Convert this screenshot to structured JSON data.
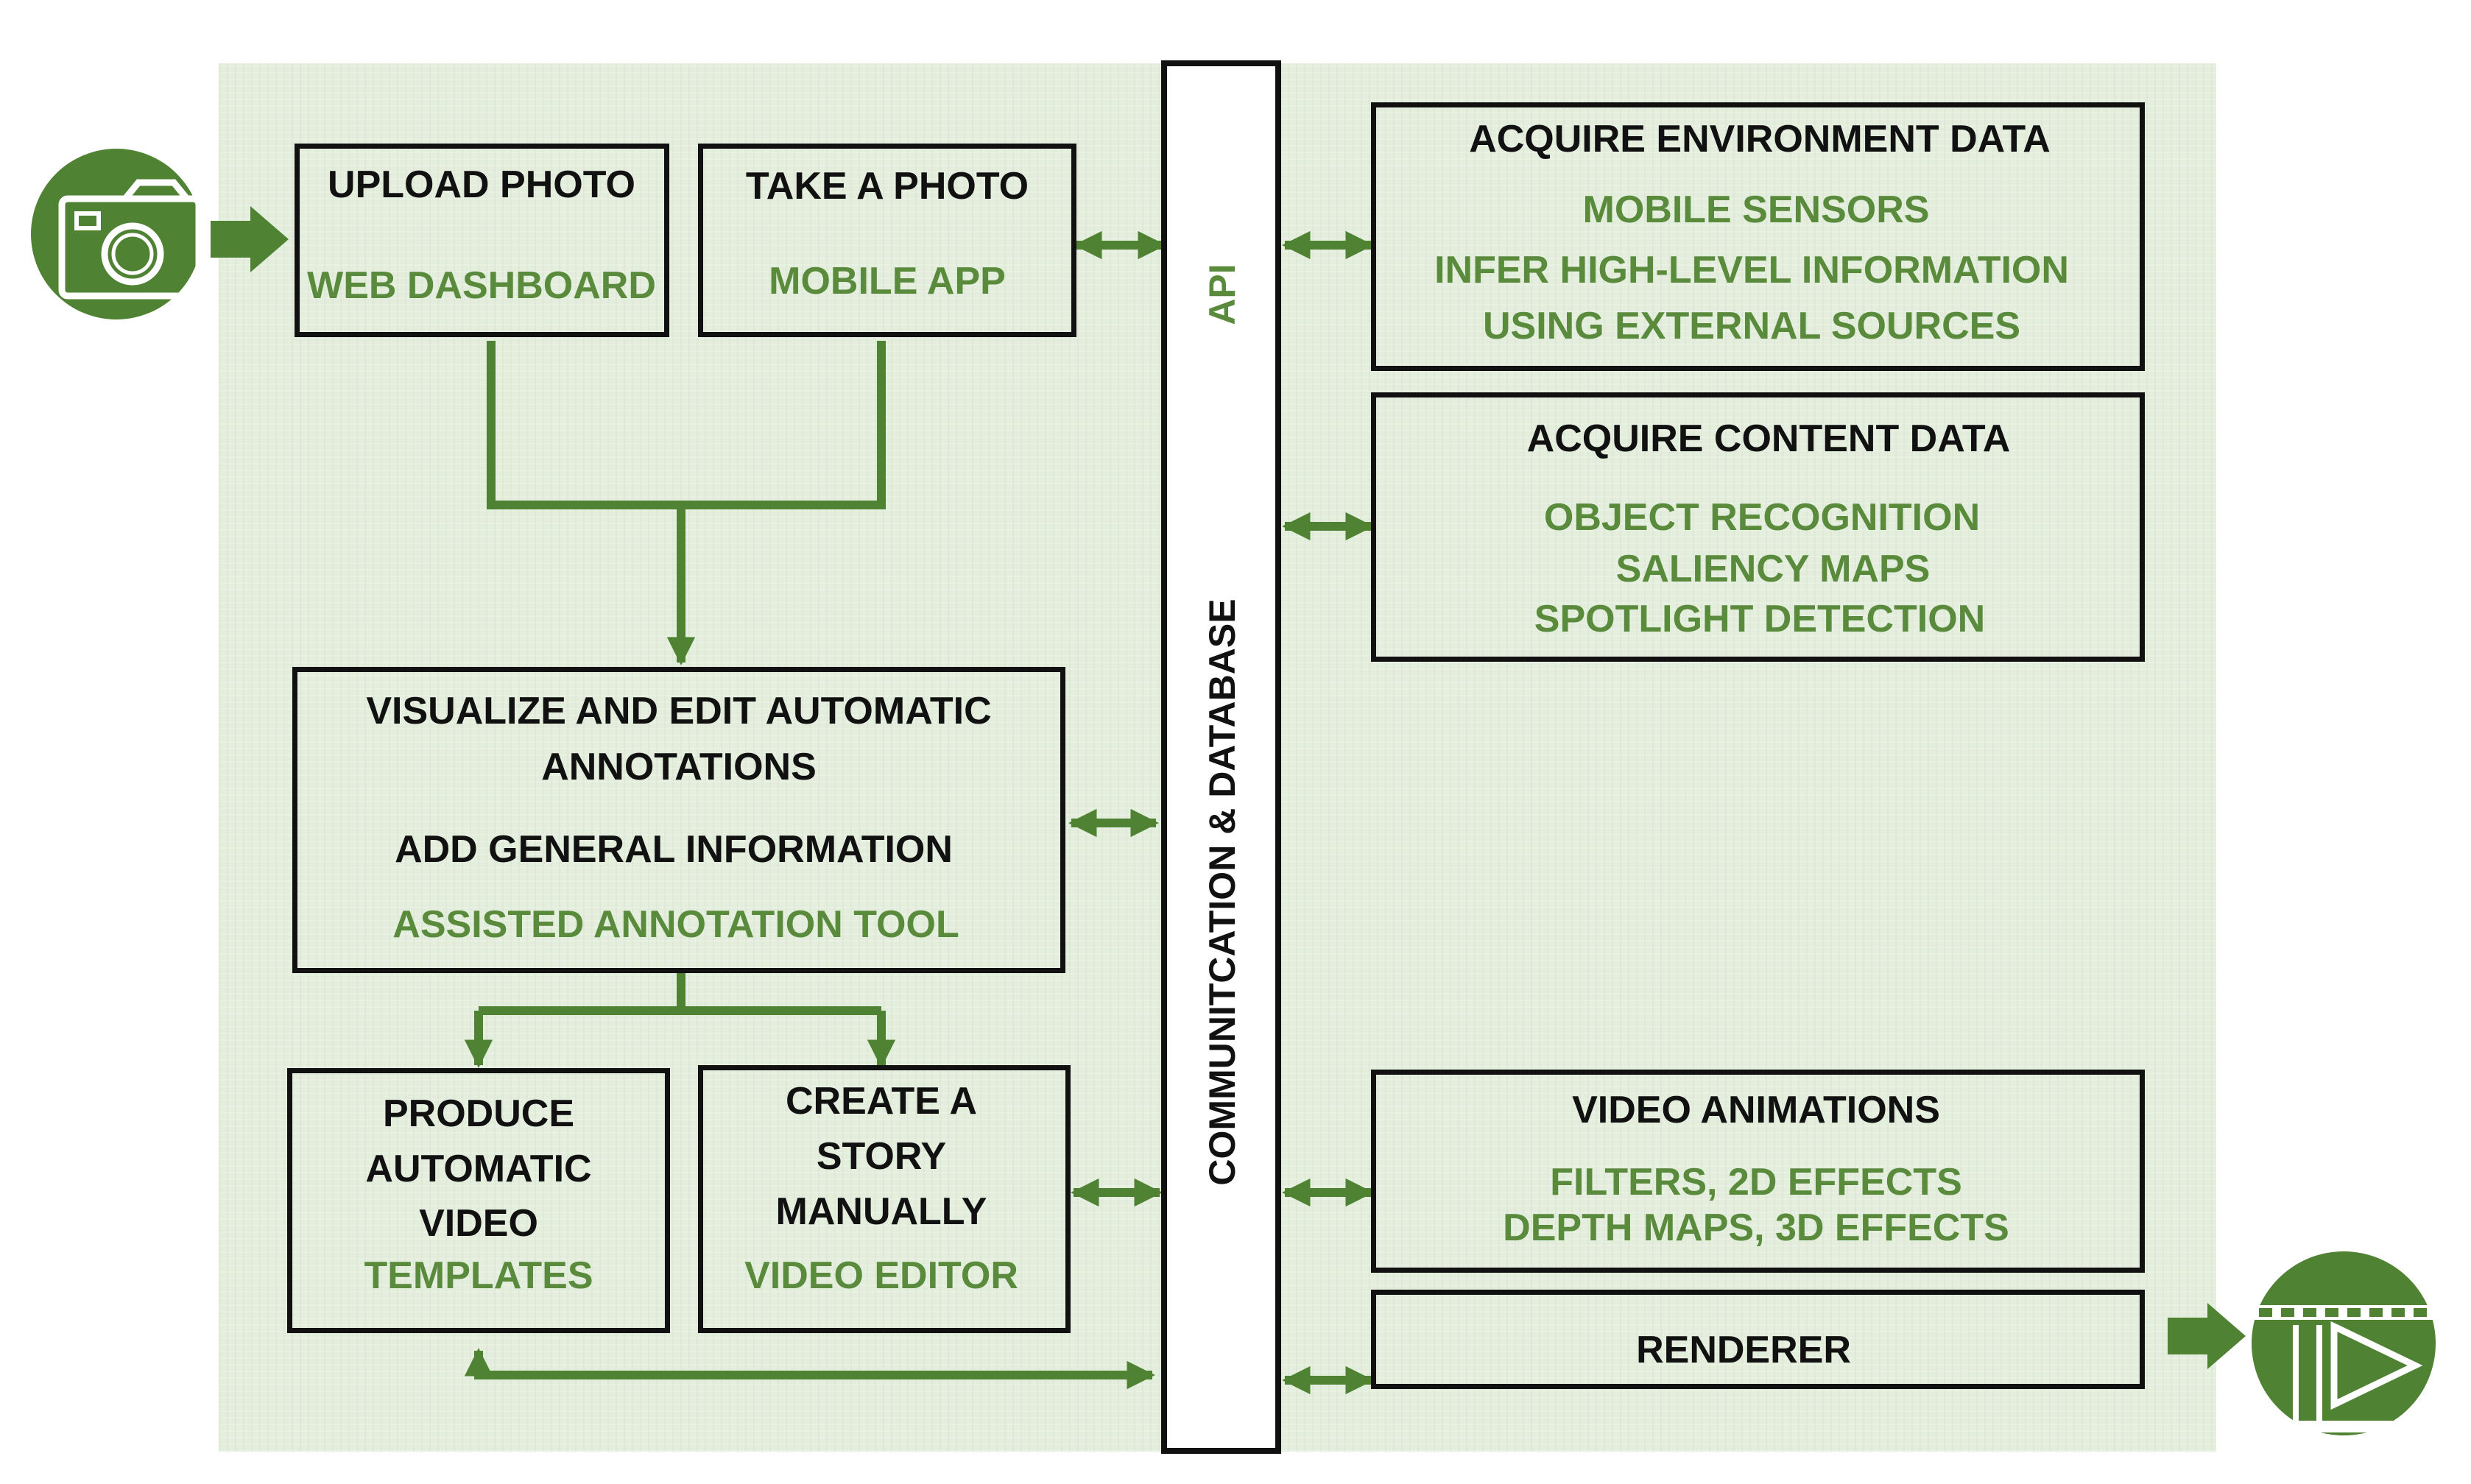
{
  "colors": {
    "accent": "#4f8232",
    "accent_text": "#5a8a3c",
    "text": "#111111",
    "panel": "#e3eedd"
  },
  "icons": {
    "input": "camera-icon",
    "output": "film-reel-play-icon"
  },
  "api_bar": {
    "api_label": "API",
    "main_label": "COMMUNITCATION & DATABASE"
  },
  "boxes": {
    "upload_photo": {
      "title": "UPLOAD PHOTO",
      "subtitle": "WEB DASHBOARD"
    },
    "take_photo": {
      "title": "TAKE A PHOTO",
      "subtitle": "MOBILE APP"
    },
    "annotations": {
      "title_line1": "VISUALIZE AND EDIT AUTOMATIC",
      "title_line2": "ANNOTATIONS",
      "line3": "ADD GENERAL INFORMATION",
      "subtitle": "ASSISTED ANNOTATION TOOL"
    },
    "automatic_video": {
      "line1": "PRODUCE",
      "line2": "AUTOMATIC",
      "line3": "VIDEO",
      "subtitle": "TEMPLATES"
    },
    "story": {
      "line1": "CREATE A",
      "line2": "STORY",
      "line3": "MANUALLY",
      "subtitle": "VIDEO EDITOR"
    },
    "environment": {
      "title": "ACQUIRE ENVIRONMENT DATA",
      "items": [
        "MOBILE SENSORS",
        "INFER HIGH-LEVEL INFORMATION",
        "USING EXTERNAL SOURCES"
      ]
    },
    "content": {
      "title": "ACQUIRE CONTENT DATA",
      "items": [
        "OBJECT RECOGNITION",
        "SALIENCY MAPS",
        "SPOTLIGHT DETECTION"
      ]
    },
    "video_animations": {
      "title": "VIDEO ANIMATIONS",
      "items": [
        "FILTERS, 2D EFFECTS",
        "DEPTH MAPS, 3D EFFECTS"
      ]
    },
    "renderer": {
      "title": "RENDERER"
    }
  }
}
